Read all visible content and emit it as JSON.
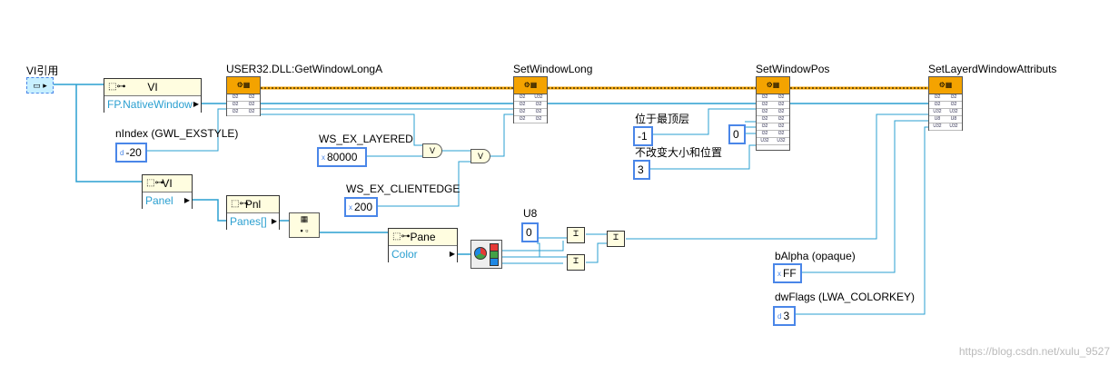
{
  "vi_ref_label": "VI引用",
  "nodes": {
    "vi_prop": {
      "head": "VI",
      "body": "FP.NativeWindow"
    },
    "vi_panel": {
      "head": "VI",
      "body": "Panel"
    },
    "pnl": {
      "head": "Pnl",
      "body": "Panes[]"
    },
    "pane": {
      "head": "Pane",
      "body": "Color"
    }
  },
  "dll_labels": {
    "getwindowlong": "USER32.DLL:GetWindowLongA",
    "setwindowlong": "SetWindowLong",
    "setwindowpos": "SetWindowPos",
    "setlayered": "SetLayerdWindowAttributs"
  },
  "constants": {
    "nindex": {
      "label": "nIndex (GWL_EXSTYLE)",
      "value": "-20",
      "prefix": "d"
    },
    "ws_ex_layered": {
      "label": "WS_EX_LAYERED",
      "value": "80000",
      "prefix": "x"
    },
    "ws_ex_clientedge": {
      "label": "WS_EX_CLIENTEDGE",
      "value": "200",
      "prefix": "x"
    },
    "topmost": {
      "label": "位于最顶层",
      "value": "-1"
    },
    "zero": {
      "value": "0"
    },
    "nosize": {
      "label": "不改变大小和位置",
      "value": "3"
    },
    "u8": {
      "label": "U8",
      "value": "0"
    },
    "balpha": {
      "label": "bAlpha (opaque)",
      "value": "FF",
      "prefix": "x"
    },
    "dwflags": {
      "label": "dwFlags (LWA_COLORKEY)",
      "value": "3",
      "prefix": "d"
    }
  },
  "gates": {
    "or1": "V",
    "or2": "V"
  },
  "watermark": "https://blog.csdn.net/xulu_9527",
  "colors": {
    "wire_blue": "#2a9fd0",
    "wire_orange": "#f4a300",
    "const_border": "#4a86e8"
  }
}
